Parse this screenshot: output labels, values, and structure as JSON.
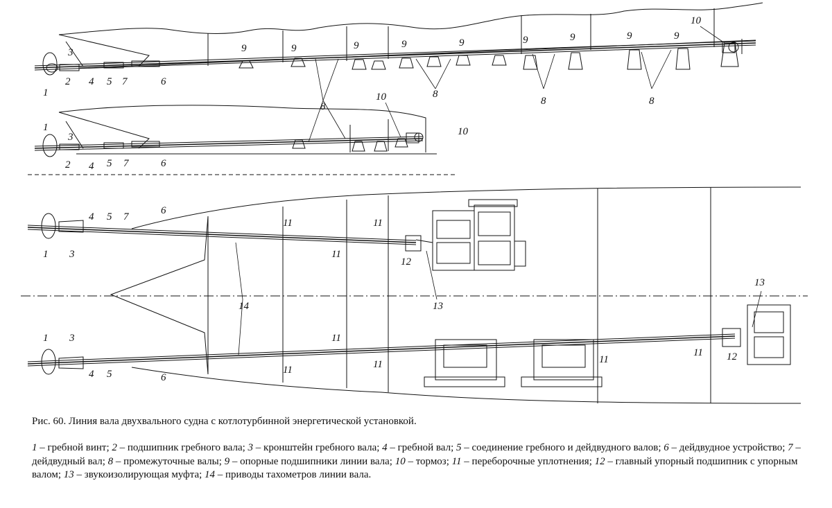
{
  "figure": {
    "caption": "Рис. 60. Линия вала двухвального судна с котлотурбинной энергетической установкой.",
    "callouts": [
      "1",
      "2",
      "3",
      "4",
      "5",
      "6",
      "7",
      "8",
      "9",
      "10",
      "11",
      "12",
      "13",
      "14"
    ],
    "legend": [
      {
        "num": "1",
        "text": " – гребной винт;   "
      },
      {
        "num": "2",
        "text": " – подшипник гребного вала;   "
      },
      {
        "num": "3",
        "text": " – кронштейн гребного вала;   "
      },
      {
        "num": "4",
        "text": " – гребной вал;   "
      },
      {
        "num": "5",
        "text": " – соединение гребного и дейдвудного валов;   "
      },
      {
        "num": "6",
        "text": " – дейдвудное устройство;   "
      },
      {
        "num": "7",
        "text": " – дейдвудный вал;   "
      },
      {
        "num": "8",
        "text": " – промежуточные валы;   "
      },
      {
        "num": "9",
        "text": " – опорные подшипники линии вала;   "
      },
      {
        "num": "10",
        "text": " – тормоз;   "
      },
      {
        "num": "11",
        "text": " – переборочные уплотнения;   "
      },
      {
        "num": "12",
        "text": " – главный упорный подшипник с упорным валом;   "
      },
      {
        "num": "13",
        "text": " – звукоизолирующая муфта;   "
      },
      {
        "num": "14",
        "text": " – приводы тахометров линии вала."
      }
    ]
  },
  "colors": {
    "ink": "#111111",
    "paper": "#ffffff"
  }
}
